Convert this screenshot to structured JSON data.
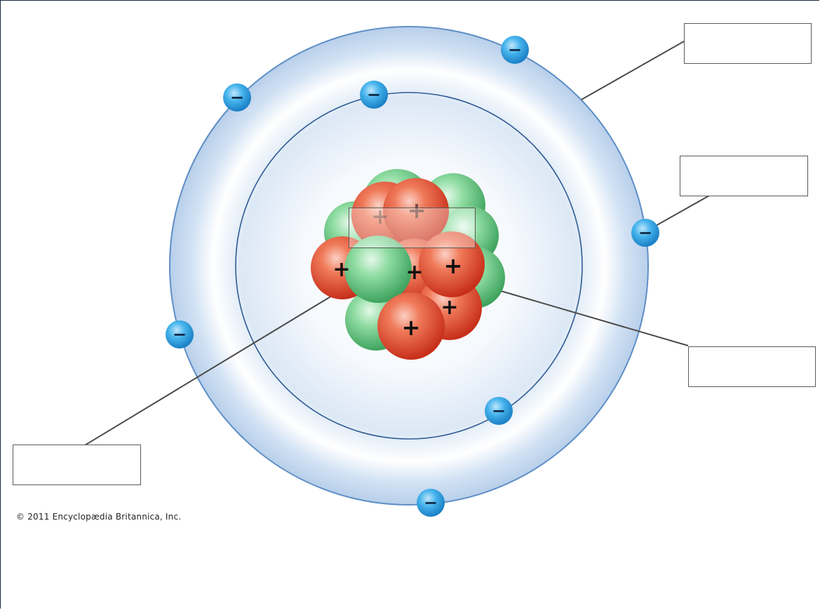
{
  "diagram": {
    "copyright": "© 2011 Encyclopædia Britannica, Inc.",
    "symbols": {
      "electron": "−",
      "proton": "+"
    },
    "label_boxes": [
      {
        "id": "label-outer-shell",
        "text": ""
      },
      {
        "id": "label-electron",
        "text": ""
      },
      {
        "id": "label-nucleus",
        "text": ""
      },
      {
        "id": "label-proton",
        "text": ""
      },
      {
        "id": "label-neutron",
        "text": ""
      }
    ],
    "colors": {
      "shell_fill": "#cfe0f3",
      "shell_line": "#5f8fc7",
      "electron": "#2a9ee0",
      "proton": "#e0472e",
      "neutron": "#6ccf86",
      "leader_line": "#4a4a4a"
    }
  }
}
